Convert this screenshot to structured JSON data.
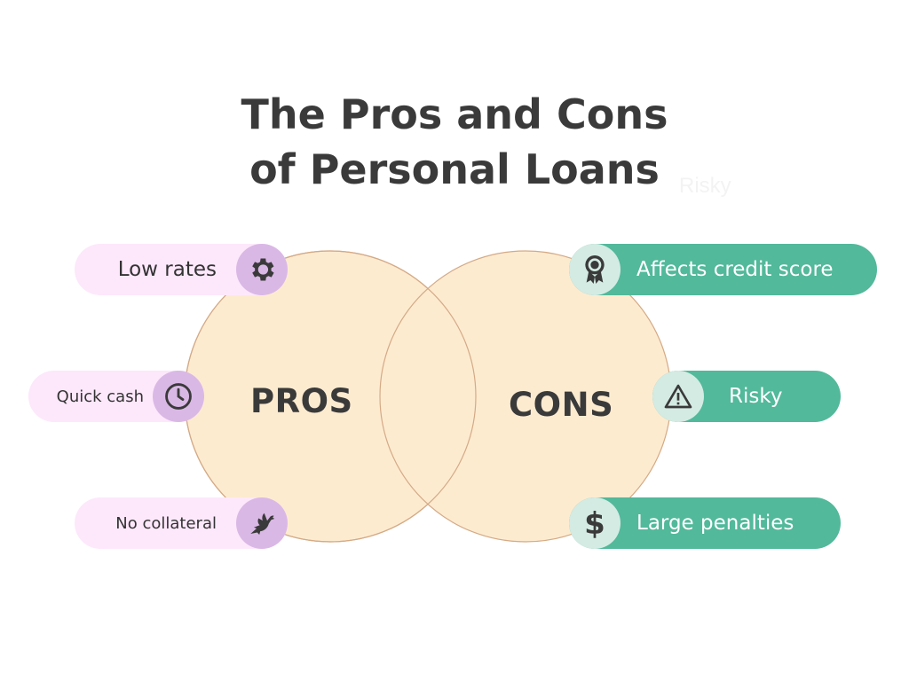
{
  "title": {
    "line1": "The Pros and Cons",
    "line2": "of Personal Loans"
  },
  "ghost_text": "Risky",
  "colors": {
    "circle_fill": "#fdebd0",
    "circle_stroke": "#d4aa86",
    "pro_pill": "#fde8fb",
    "pro_icon_bg": "#dab8e6",
    "con_pill": "#52b99a",
    "con_icon_bg": "#d4ebe3",
    "title": "#3a3a3a"
  },
  "venn": {
    "left_label": "PROS",
    "right_label": "CONS"
  },
  "pros": [
    {
      "label": "Low rates",
      "icon": "gear-icon"
    },
    {
      "label": "Quick cash",
      "icon": "clock-icon"
    },
    {
      "label": "No collateral",
      "icon": "dove-icon"
    }
  ],
  "cons": [
    {
      "label": "Affects credit score",
      "icon": "award-ribbon-icon"
    },
    {
      "label": "Risky",
      "icon": "warning-icon"
    },
    {
      "label": "Large penalties",
      "icon": "dollar-icon"
    }
  ]
}
